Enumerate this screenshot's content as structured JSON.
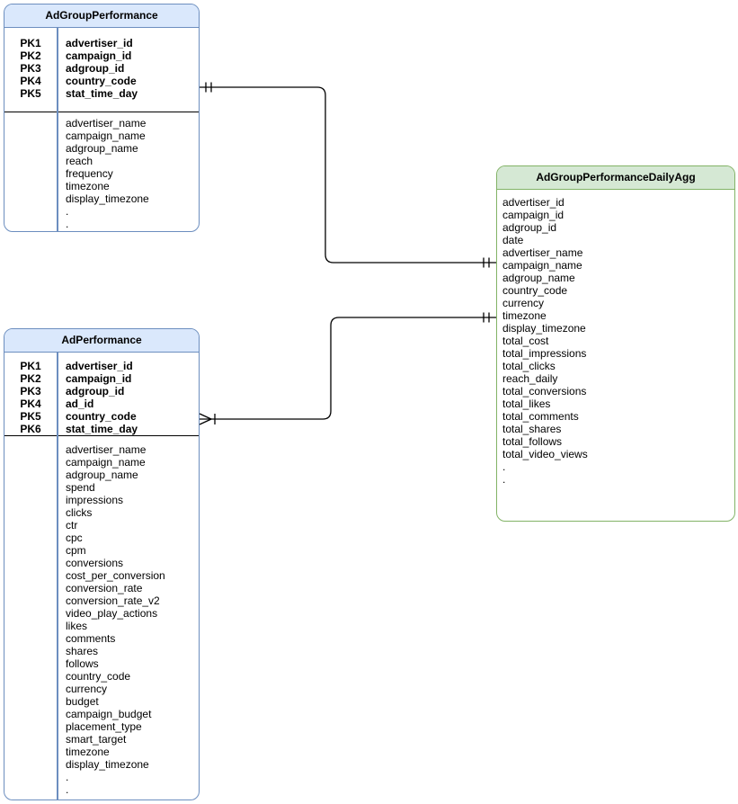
{
  "diagram": {
    "tables": [
      {
        "name": "AdGroupPerformance",
        "theme": "blue",
        "primary_keys": [
          {
            "key": "PK1",
            "field": "advertiser_id"
          },
          {
            "key": "PK2",
            "field": "campaign_id"
          },
          {
            "key": "PK3",
            "field": "adgroup_id"
          },
          {
            "key": "PK4",
            "field": "country_code"
          },
          {
            "key": "PK5",
            "field": "stat_time_day"
          }
        ],
        "fields": [
          "advertiser_name",
          "campaign_name",
          "adgroup_name",
          "reach",
          "frequency",
          "timezone",
          "display_timezone",
          ".",
          "."
        ]
      },
      {
        "name": "AdPerformance",
        "theme": "blue",
        "primary_keys": [
          {
            "key": "PK1",
            "field": "advertiser_id"
          },
          {
            "key": "PK2",
            "field": "campaign_id"
          },
          {
            "key": "PK3",
            "field": "adgroup_id"
          },
          {
            "key": "PK4",
            "field": "ad_id"
          },
          {
            "key": "PK5",
            "field": "country_code"
          },
          {
            "key": "PK6",
            "field": "stat_time_day"
          }
        ],
        "fields": [
          "advertiser_name",
          "campaign_name",
          "adgroup_name",
          "spend",
          "impressions",
          "clicks",
          "ctr",
          "cpc",
          "cpm",
          "conversions",
          "cost_per_conversion",
          "conversion_rate",
          "conversion_rate_v2",
          "video_play_actions",
          "likes",
          "comments",
          "shares",
          "follows",
          "country_code",
          "currency",
          "budget",
          "campaign_budget",
          "placement_type",
          "smart_target",
          "timezone",
          "display_timezone",
          ".",
          "."
        ]
      },
      {
        "name": "AdGroupPerformanceDailyAgg",
        "theme": "green",
        "primary_keys": [],
        "fields": [
          "advertiser_id",
          "campaign_id",
          "adgroup_id",
          "date",
          "advertiser_name",
          "campaign_name",
          "adgroup_name",
          "country_code",
          "currency",
          "timezone",
          "display_timezone",
          "total_cost",
          "total_impressions",
          "total_clicks",
          "reach_daily",
          "total_conversions",
          "total_likes",
          "total_comments",
          "total_shares",
          "total_follows",
          "total_video_views",
          ".",
          "."
        ]
      }
    ],
    "relationships": [
      {
        "from_table": "AdGroupPerformance",
        "to_table": "AdGroupPerformanceDailyAgg",
        "from_cardinality": "exactly-one",
        "to_cardinality": "exactly-one"
      },
      {
        "from_table": "AdPerformance",
        "to_table": "AdGroupPerformanceDailyAgg",
        "from_cardinality": "one-or-many",
        "to_cardinality": "exactly-one"
      }
    ],
    "colors": {
      "table_blue_fill": "#dae8fc",
      "table_blue_border": "#6c8ebf",
      "table_green_fill": "#d5e8d4",
      "table_green_border": "#82b366",
      "connector": "#000000",
      "background": "#ffffff"
    }
  }
}
